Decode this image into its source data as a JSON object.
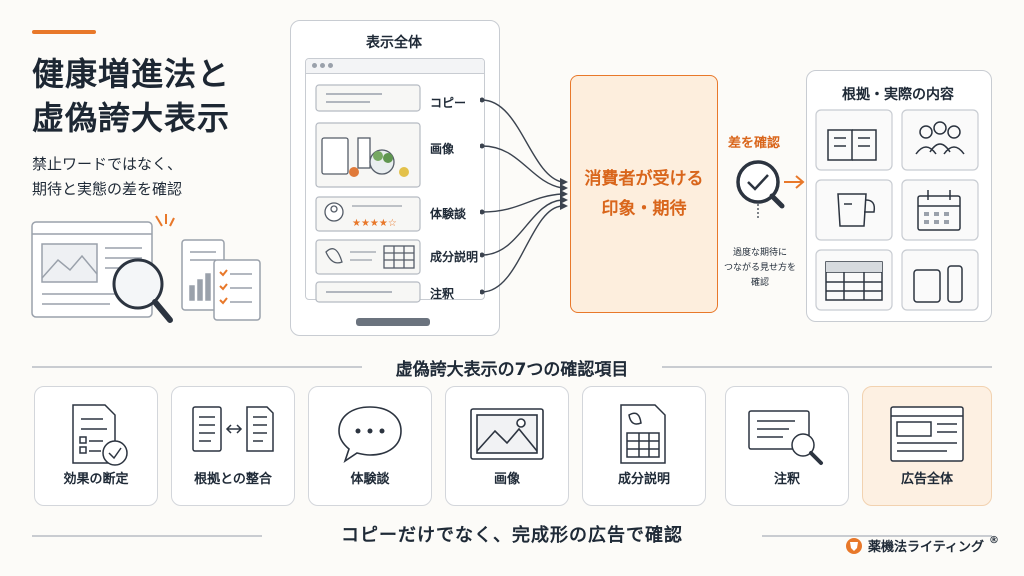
{
  "title_line1": "健康増進法と",
  "title_line2": "虚偽誇大表示",
  "subtitle_line1": "禁止ワードではなく、",
  "subtitle_line2": "期待と実態の差を確認",
  "display_panel": {
    "title": "表示全体",
    "items": [
      "コピー",
      "画像",
      "体験談",
      "成分説明",
      "注釈"
    ]
  },
  "impression_line1": "消費者が受ける",
  "impression_line2": "印象・期待",
  "diff_label": "差を確認",
  "note_lines": [
    "過度な期待に",
    "つながる見せ方を",
    "確認"
  ],
  "evidence_panel": {
    "title": "根拠・実際の内容"
  },
  "section_title": "虚偽誇大表示の7つの確認項目",
  "cards": [
    "効果の断定",
    "根拠との整合",
    "体験談",
    "画像",
    "成分説明",
    "注釈",
    "広告全体"
  ],
  "footer": "コピーだけでなく、完成形の広告で確認",
  "brand": "薬機法ライティング",
  "brand_mark": "®",
  "colors": {
    "accent": "#e8782a",
    "accent_bg": "#fdeedd",
    "text": "#1f2a37"
  }
}
